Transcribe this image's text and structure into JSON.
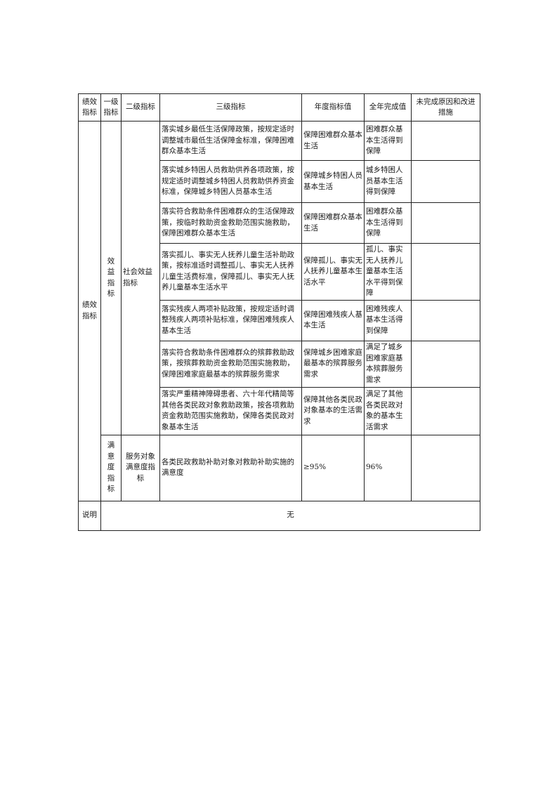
{
  "headers": {
    "col1": "绩效指标",
    "col2": "一级指标",
    "col3": "二级指标",
    "col4": "三级指标",
    "col5": "年度指标值",
    "col6": "全年完成值",
    "col7": "未完成原因和改进措施"
  },
  "group_label": "绩效指标",
  "benefit": {
    "level1": "效益指标",
    "level2": "社会效益指标"
  },
  "rows": [
    {
      "level3": "落实城乡最低生活保障政策，按规定适时调整城市最低生活保障金标准，保障困难群众基本生活",
      "target": "保障困难群众基本生活",
      "actual": "困难群众基本生活得到保障",
      "reason": ""
    },
    {
      "level3": "落实城乡特困人员救助供养各项政策，按规定适时调整城乡特困人员救助供养资金标准，保障城乡特困人员基本生活",
      "target": "保障城乡特困人员基本生活",
      "actual": "城乡特困人员基本生活得到保障",
      "reason": ""
    },
    {
      "level3": "落实符合救助条件困难群众的生活保障政策，按临时救助资金救助范围实施救助，保障困难群众基本生活",
      "target": "保障困难群众基本生活",
      "actual": "困难群众基本生活得到保障",
      "reason": ""
    },
    {
      "level3": "落实孤儿、事实无人抚养儿童生活补助政策，按标准适时调整孤儿、事实无人抚养儿童生活费标准，保障孤儿、事实无人抚养儿童基本生活水平",
      "target": "保障孤儿、事实无人抚养儿童基本生活水平",
      "actual": "孤儿、事实无人抚养儿童基本生活水平得到保障",
      "reason": ""
    },
    {
      "level3": "落实残疾人两项补贴政策，按规定适时调整残疾人两项补贴标准，保障困难残疾人基本生活",
      "target": "保障困难残疾人基本生活",
      "actual": "困难残疾人基本生活得到保障",
      "reason": ""
    },
    {
      "level3": "落实符合救助条件困难群众的殡葬救助政策，按殡葬救助资金救助范围实施救助，保障困难家庭最基本的殡葬服务需求",
      "target": "保障城乡困难家庭最基本的殡葬服务需求",
      "actual": "满足了城乡困难家庭基本殡葬服务需求",
      "reason": ""
    },
    {
      "level3": "落实严重精神障碍患者、六十年代精简等其他各类民政对象救助政策，按各项救助资金救助范围实施救助，保障各类民政对象基本生活",
      "target": "保障其他各类民政对象基本的生活需求",
      "actual": "满足了其他各类民政对象的基本生活需求",
      "reason": ""
    }
  ],
  "satisfaction": {
    "level1": "满意度指标",
    "level2": "服务对象满意度指标",
    "level3": "各类民政救助补助对象对救助补助实施的满意度",
    "target": "≥95%",
    "actual": "96%",
    "reason": ""
  },
  "note": {
    "label": "说明",
    "value": "无"
  }
}
